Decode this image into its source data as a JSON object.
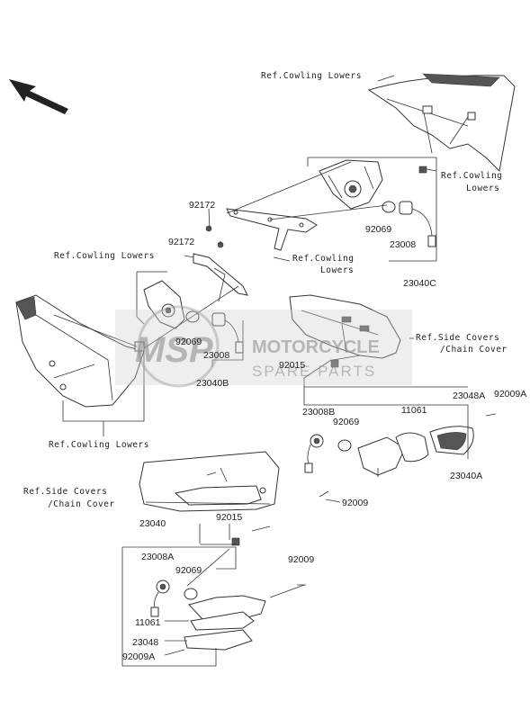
{
  "refs": {
    "cowling_top": "Ref.Cowling Lowers",
    "cowling_right_1": "Ref.Cowling",
    "cowling_right_2": "Lowers",
    "cowling_mid_1": "Ref.Cowling",
    "cowling_mid_2": "Lowers",
    "cowling_left": "Ref.Cowling Lowers",
    "cowling_bottom": "Ref.Cowling Lowers",
    "side_right_1": "Ref.Side Covers",
    "side_right_2": "/Chain Cover",
    "side_left_1": "Ref.Side Covers",
    "side_left_2": "/Chain Cover"
  },
  "parts": {
    "p92172_a": "92172",
    "p92172_b": "92172",
    "p92069_tr": "92069",
    "p23008_tr": "23008",
    "p23040C": "23040C",
    "p92069_ml": "92069",
    "p23008_ml": "23008",
    "p23040B": "23040B",
    "p92015_r": "92015",
    "p23008B": "23008B",
    "p92069_r": "92069",
    "p11061_r": "11061",
    "p23048A": "23048A",
    "p92009A_r": "92009A",
    "p23040A": "23040A",
    "p92009_r": "92009",
    "p23040": "23040",
    "p92015_l": "92015",
    "p23008A": "23008A",
    "p92069_l": "92069",
    "p92009_l": "92009",
    "p11061_l": "11061",
    "p23048": "23048",
    "p92009A_l": "92009A"
  },
  "watermark": {
    "logo": "MSP",
    "line1": "MOTORCYCLE",
    "line2": "SPARE PARTS"
  },
  "icons": {
    "direction": "front-direction-arrow-icon"
  }
}
